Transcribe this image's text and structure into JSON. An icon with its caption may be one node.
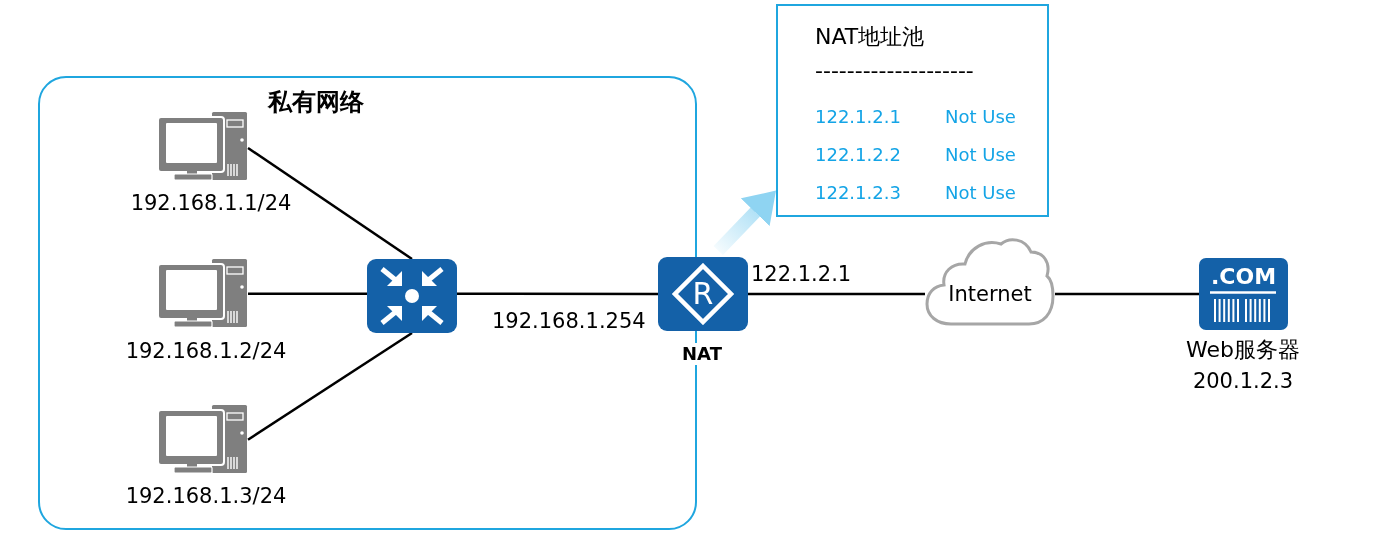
{
  "diagram": {
    "nodes": [
      {
        "text": [
          "私有网络"
        ]
      },
      {
        "text": [],
        "shape": "picture",
        "beside": [
          "192.168.1.1/24"
        ],
        "in": 0
      },
      {
        "text": [],
        "shape": "picture",
        "beside": [
          "192.168.1.2/24"
        ],
        "in": 0
      },
      {
        "text": [],
        "shape": "picture",
        "beside": [
          "192.168.1.3/24"
        ],
        "in": 0
      },
      {
        "text": [],
        "shape": "picture",
        "in": 0
      },
      {
        "text": [
          "R"
        ],
        "beside": [
          "NAT"
        ]
      },
      {
        "text": [
          "NAT地址池",
          "--------------------",
          "122.1.2.1",
          "Not Use",
          "122.1.2.2",
          "Not Use",
          "122.1.2.3",
          "Not Use"
        ]
      },
      {
        "text": [
          "Internet"
        ]
      },
      {
        "text": [
          ".COM"
        ],
        "beside": [
          "Web服务器",
          "200.1.2.3"
        ]
      }
    ],
    "edges": [
      {
        "from": 1,
        "to": 4,
        "arrow": "none"
      },
      {
        "from": 2,
        "to": 4,
        "arrow": "none"
      },
      {
        "from": 3,
        "to": 4,
        "arrow": "none"
      },
      {
        "from": 4,
        "to": 5,
        "arrow": "none"
      },
      {
        "from": 5,
        "to": 6,
        "arrow": "to",
        "style": "thick",
        "color": "#8fd4f2"
      },
      {
        "from": 5,
        "to": 7,
        "arrow": "none"
      },
      {
        "from": 7,
        "to": 8,
        "arrow": "none"
      }
    ],
    "labels": [
      "122.1.2.1",
      "192.168.1.254"
    ]
  }
}
